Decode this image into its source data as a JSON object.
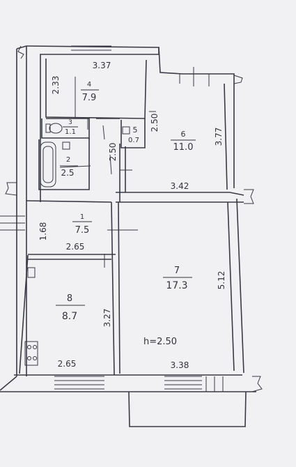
{
  "rooms": {
    "r1": {
      "number": "1",
      "area": "7.5"
    },
    "r2": {
      "number": "2",
      "area": "2.5"
    },
    "r3": {
      "number": "3",
      "area": "1.1"
    },
    "r4": {
      "number": "4",
      "area": "7.9"
    },
    "r5": {
      "number": "5",
      "area": "0.7"
    },
    "r6": {
      "number": "6",
      "area": "11.0"
    },
    "r7": {
      "number": "7",
      "area": "17.3"
    },
    "r8": {
      "number": "8",
      "area": "8.7"
    }
  },
  "dimensions": {
    "d_337": "3.37",
    "d_233": "2.33",
    "d_250_a": "2.50",
    "d_377": "3.77",
    "d_250_b": "2.50",
    "d_342": "3.42",
    "d_168": "1.68",
    "d_265_a": "2.65",
    "d_327": "3.27",
    "d_512": "5.12",
    "d_265_b": "2.65",
    "d_338": "3.38"
  },
  "ceiling_height": "h=2.50",
  "colors": {
    "ink": "#3a3a44",
    "paper": "#f1f0f2"
  }
}
